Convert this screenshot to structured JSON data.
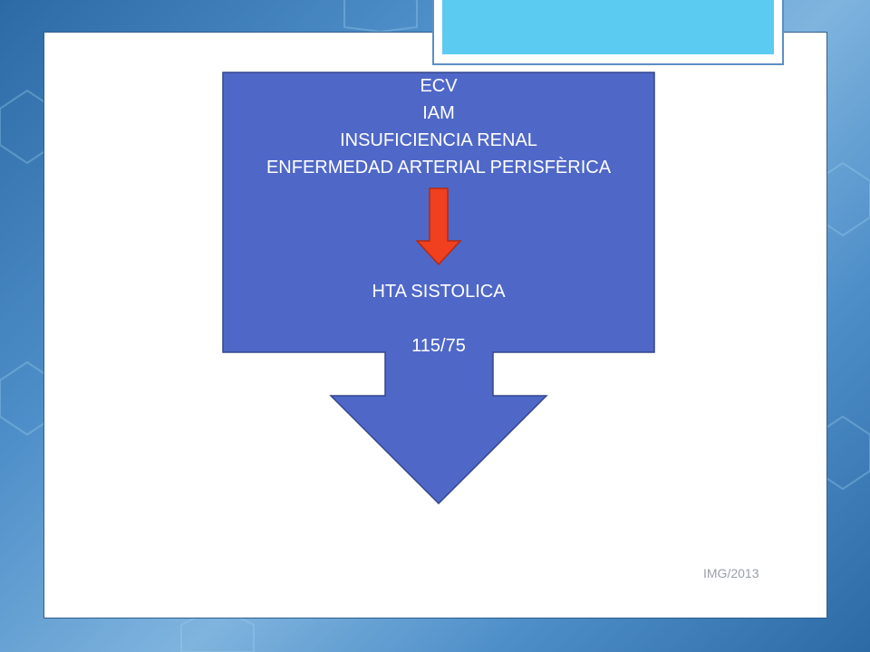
{
  "diagram": {
    "conditions": [
      "ECV",
      "IAM",
      "INSUFICIENCIA RENAL",
      "ENFERMEDAD ARTERIAL PERISFÈRICA"
    ],
    "result_label": "HTA SISTOLICA",
    "value": "115/75"
  },
  "footer": {
    "label": "IMG/2013"
  },
  "colors": {
    "callout_fill": "#4f68c8",
    "callout_stroke": "#33468a",
    "red_arrow": "#f0401f",
    "accent": "#5ccbf2"
  }
}
